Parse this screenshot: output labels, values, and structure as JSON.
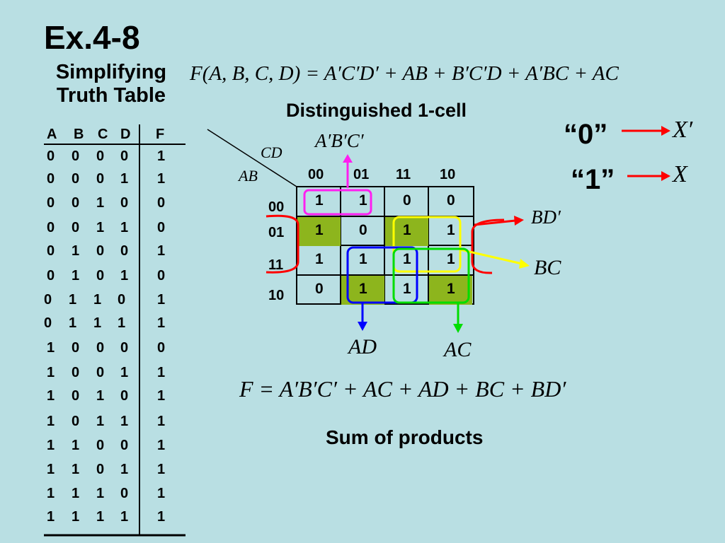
{
  "title": "Ex.4-8",
  "subtitle_line1": "Simplifying",
  "subtitle_line2": "Truth Table",
  "function_def": "F(A, B, C, D) = A′C′D′ + AB + B′C′D + A′BC + AC",
  "distinguished_label": "Distinguished 1-cell",
  "truth_table": {
    "headers": [
      "A",
      "B",
      "C",
      "D",
      "F"
    ],
    "rows": [
      [
        "0",
        "0",
        "0",
        "0",
        "1"
      ],
      [
        "0",
        "0",
        "0",
        "1",
        "1"
      ],
      [
        "0",
        "0",
        "1",
        "0",
        "0"
      ],
      [
        "0",
        "0",
        "1",
        "1",
        "0"
      ],
      [
        "0",
        "1",
        "0",
        "0",
        "1"
      ],
      [
        "0",
        "1",
        "0",
        "1",
        "0"
      ],
      [
        "0",
        "1",
        "1",
        "0",
        "1"
      ],
      [
        "0",
        "1",
        "1",
        "1",
        "1"
      ],
      [
        "1",
        "0",
        "0",
        "0",
        "0"
      ],
      [
        "1",
        "0",
        "0",
        "1",
        "1"
      ],
      [
        "1",
        "0",
        "1",
        "0",
        "1"
      ],
      [
        "1",
        "0",
        "1",
        "1",
        "1"
      ],
      [
        "1",
        "1",
        "0",
        "0",
        "1"
      ],
      [
        "1",
        "1",
        "0",
        "1",
        "1"
      ],
      [
        "1",
        "1",
        "1",
        "0",
        "1"
      ],
      [
        "1",
        "1",
        "1",
        "1",
        "1"
      ]
    ]
  },
  "kmap": {
    "cd_label": "CD",
    "ab_label": "AB",
    "col_labels": [
      "00",
      "01",
      "11",
      "10"
    ],
    "row_labels": [
      "00",
      "01",
      "11",
      "10"
    ],
    "cells": [
      [
        "1",
        "1",
        "0",
        "0"
      ],
      [
        "1",
        "0",
        "1",
        "1"
      ],
      [
        "1",
        "1",
        "1",
        "1"
      ],
      [
        "0",
        "1",
        "1",
        "1"
      ]
    ],
    "shaded": [
      [
        1,
        0
      ],
      [
        1,
        2
      ],
      [
        3,
        1
      ],
      [
        3,
        3
      ]
    ],
    "shade_color": "#8db51d"
  },
  "term_labels": {
    "abc": "A′B′C′",
    "bd": "BD′",
    "bc": "BC",
    "ad": "AD",
    "ac": "AC"
  },
  "group_colors": {
    "abc": "#ff1ff0",
    "bd": "#ff0000",
    "bc": "#ffff00",
    "ad": "#0000ff",
    "ac": "#00dd00"
  },
  "legend": {
    "zero": "“0”",
    "zero_arrow_target": "X′",
    "one": "“1”",
    "one_arrow_target": "X"
  },
  "result": "F = A′B′C′ + AC + AD + BC + BD′",
  "result_caption": "Sum of products"
}
